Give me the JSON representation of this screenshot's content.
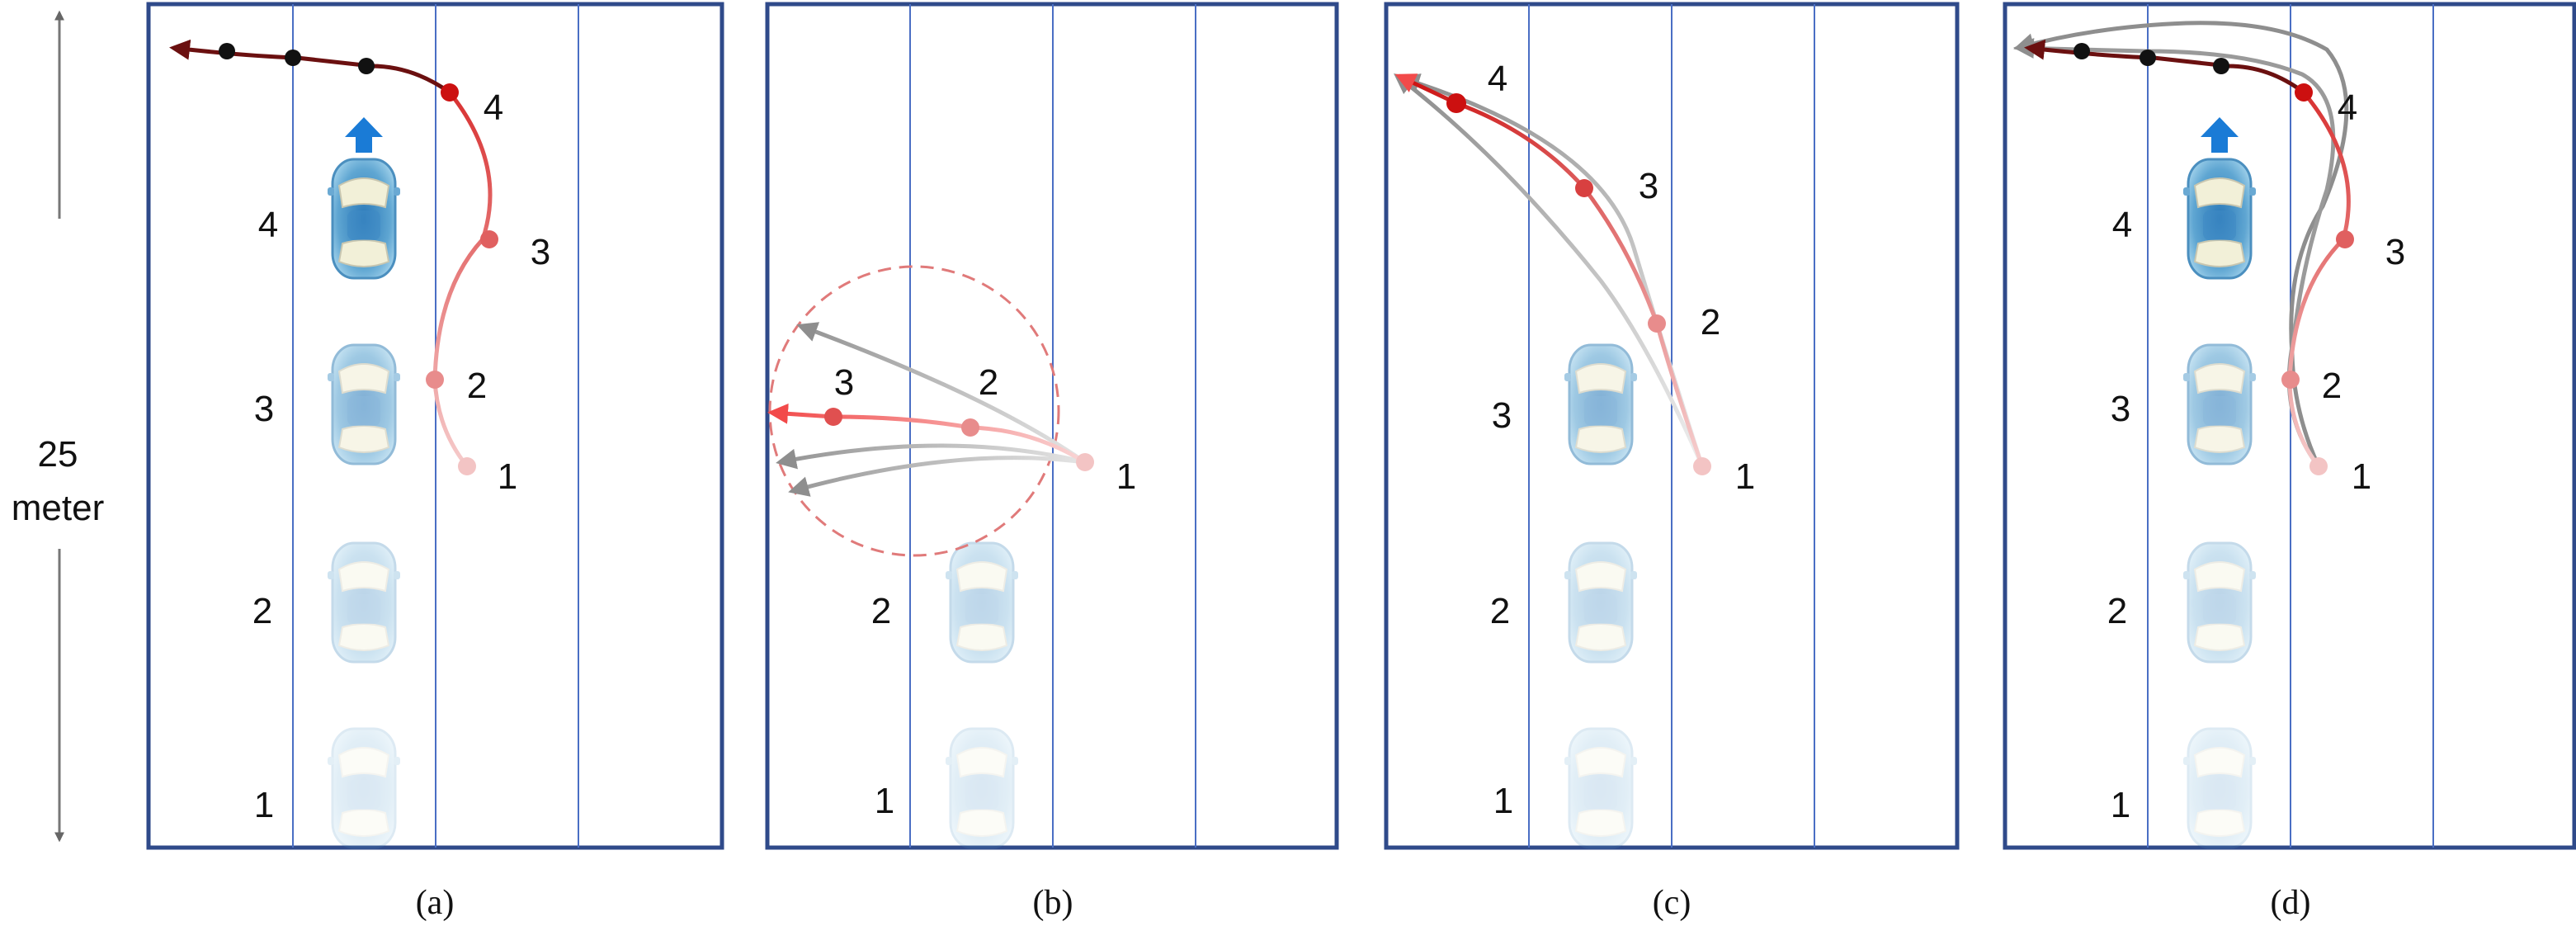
{
  "scale": {
    "value": "25",
    "unit": "meter"
  },
  "colors": {
    "border": "#2f4a8a",
    "lane_line": "#4a6ec4",
    "trajectory_main": "#f07a7a",
    "trajectory_alt": "#999999",
    "history": "#111111",
    "heading_arrow": "#1a7bd6",
    "dashed_circle": "#e07a7a"
  },
  "panels": [
    {
      "caption": "(a)",
      "car_labels": [
        "1",
        "2",
        "3",
        "4"
      ],
      "point_labels": [
        "1",
        "2",
        "3",
        "4"
      ],
      "show_heading_arrow": true,
      "alt_paths": 0,
      "history_points": 3
    },
    {
      "caption": "(b)",
      "car_labels": [
        "1",
        "2"
      ],
      "point_labels": [
        "1",
        "2",
        "3"
      ],
      "show_heading_arrow": false,
      "alt_paths": 3,
      "dashed_circle": true
    },
    {
      "caption": "(c)",
      "car_labels": [
        "1",
        "2",
        "3"
      ],
      "point_labels": [
        "1",
        "2",
        "3",
        "4"
      ],
      "show_heading_arrow": false,
      "alt_paths": 2
    },
    {
      "caption": "(d)",
      "car_labels": [
        "1",
        "2",
        "3",
        "4"
      ],
      "point_labels": [
        "1",
        "2",
        "3",
        "4"
      ],
      "show_heading_arrow": true,
      "alt_paths": 2,
      "history_points": 3
    }
  ]
}
